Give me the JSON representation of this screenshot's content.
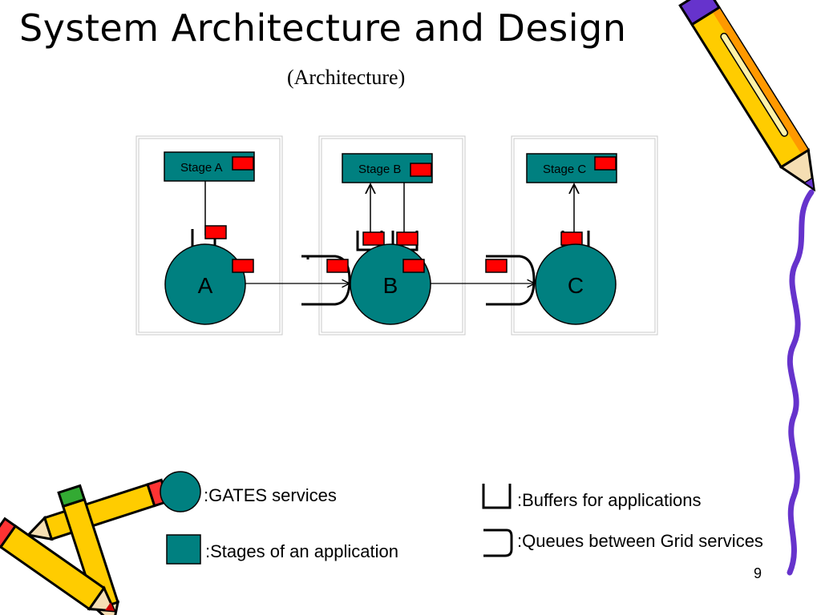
{
  "slide": {
    "title": "System Architecture and Design",
    "subtitle": "(Architecture)",
    "page_number": "9"
  },
  "diagram": {
    "nodes": [
      {
        "letter": "A",
        "stage_label": "Stage A"
      },
      {
        "letter": "B",
        "stage_label": "Stage B"
      },
      {
        "letter": "C",
        "stage_label": "Stage C"
      }
    ]
  },
  "legend": {
    "gates": ":GATES services",
    "stages": ":Stages of an application",
    "buffers": ":Buffers for applications",
    "queues": ":Queues between Grid services"
  },
  "colors": {
    "teal": "#008080",
    "red_box": "#ff0000",
    "pencil_yellow": "#ffcc00",
    "pencil_purple": "#6633cc"
  },
  "icons": [
    "pencil-icon",
    "crossed-pencils-icon",
    "squiggle-border-icon"
  ]
}
